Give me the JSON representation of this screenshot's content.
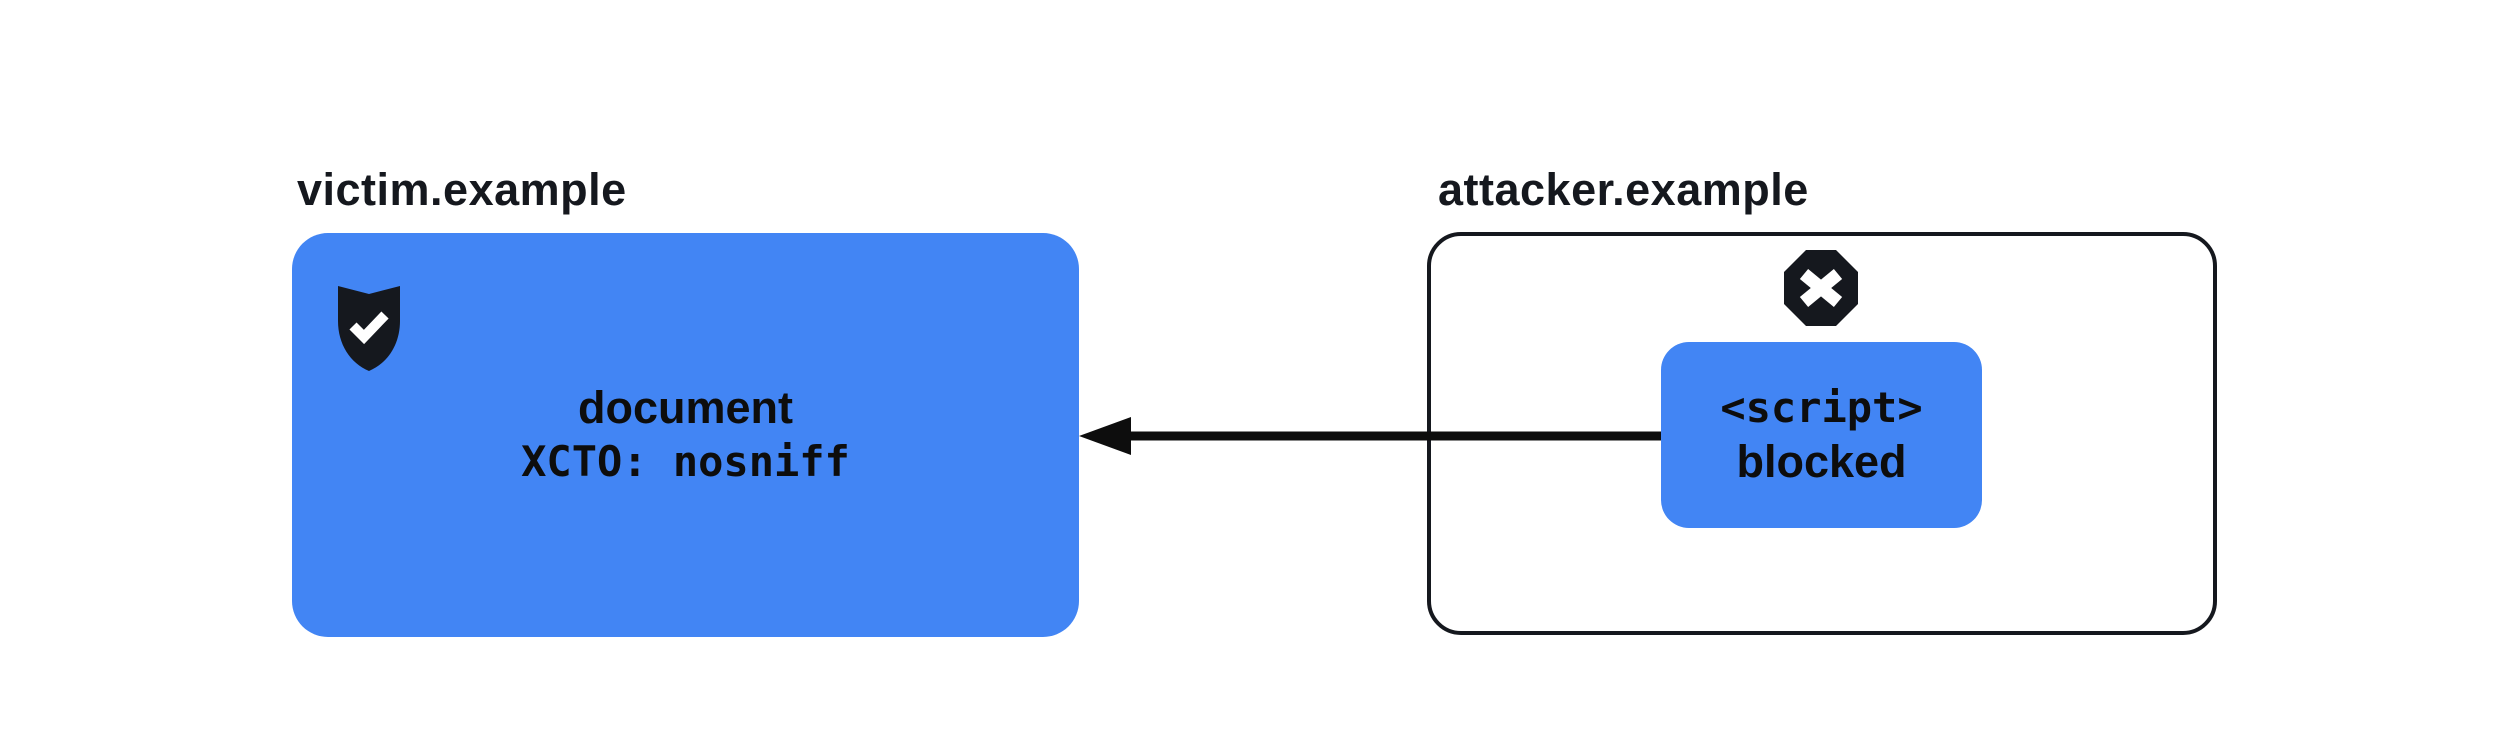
{
  "colors": {
    "blue": "#4285F4",
    "ink": "#15181E",
    "code": "#0D0D0D",
    "bg": "#FFFFFF"
  },
  "victim": {
    "label": "victim.example",
    "line1": "document",
    "line2": "XCTO: nosniff",
    "icon": "shield-check-icon"
  },
  "attacker": {
    "label": "attacker.example",
    "line1": "<script>",
    "line2": "blocked",
    "icon": "x-octagon-icon"
  }
}
